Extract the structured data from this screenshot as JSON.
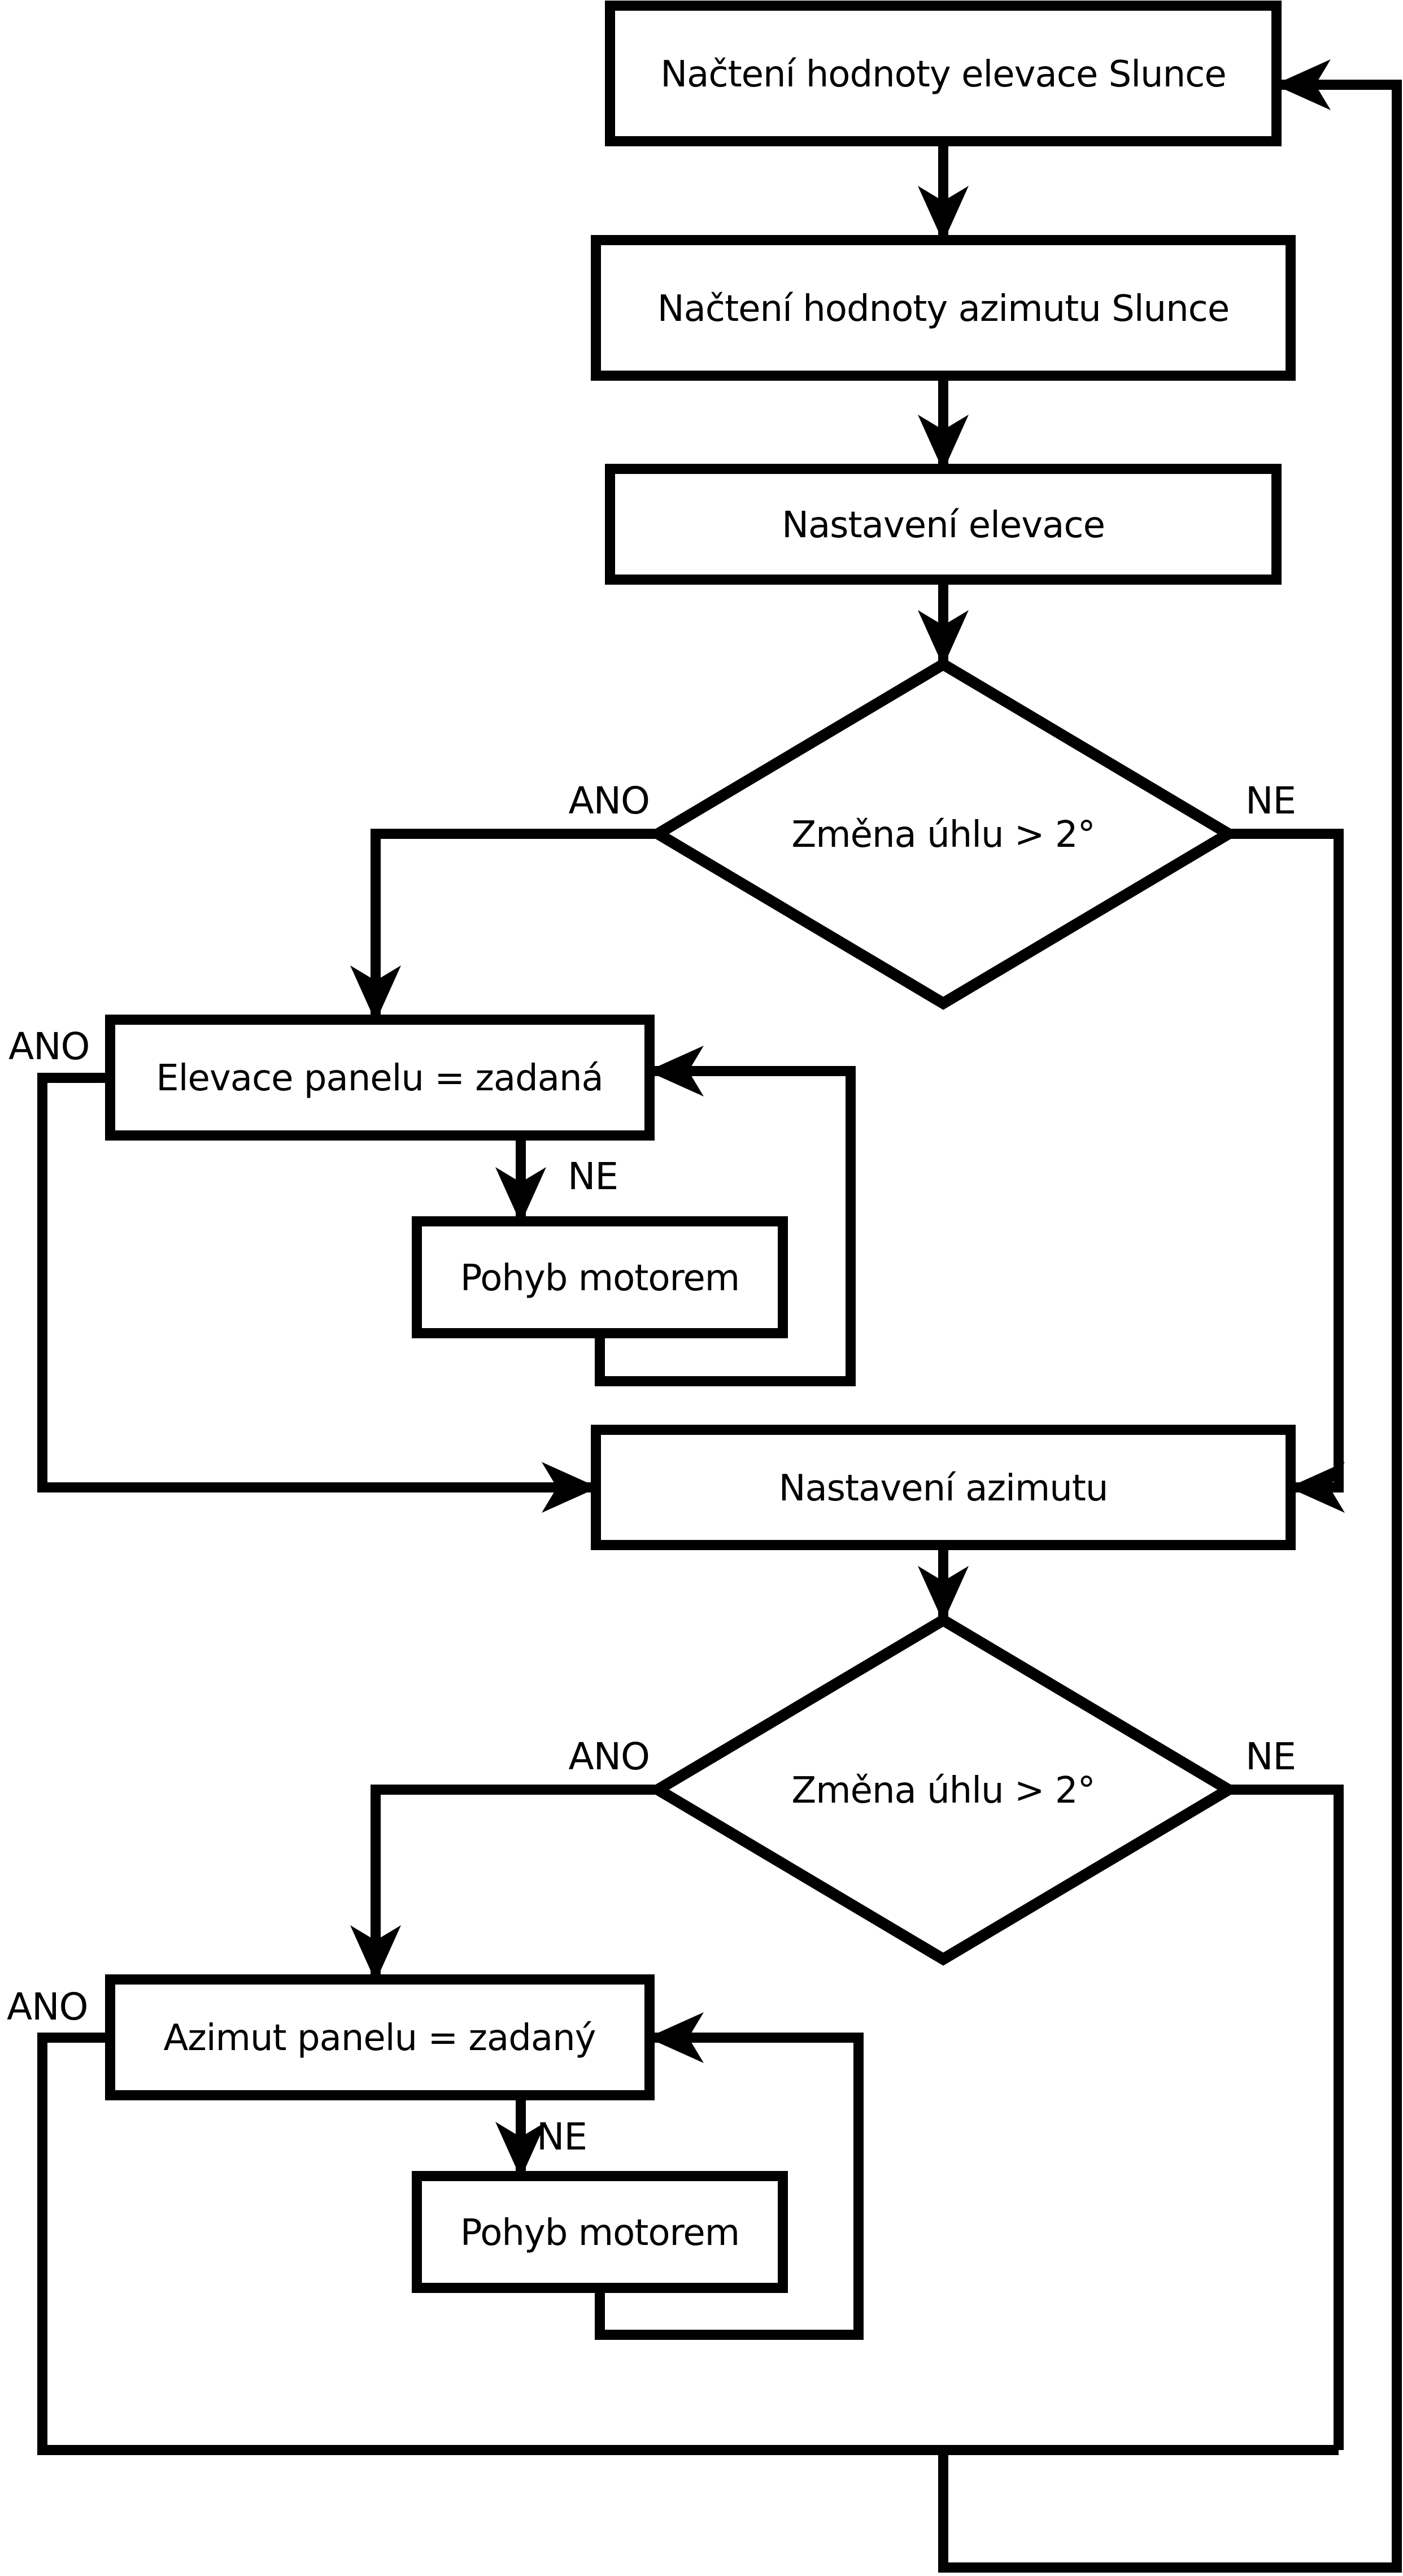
{
  "diagram": {
    "type": "flowchart",
    "language": "cs",
    "colors": {
      "background": "#ffffff",
      "line": "#000000",
      "node_fill": "#ffffff",
      "text": "#000000"
    },
    "nodes": {
      "load_elevation": {
        "label": "Načtení hodnoty elevace Slunce",
        "shape": "process"
      },
      "load_azimuth": {
        "label": "Načtení hodnoty azimutu Slunce",
        "shape": "process"
      },
      "set_elevation": {
        "label": "Nastavení elevace",
        "shape": "process"
      },
      "decision_elevation": {
        "label": "Změna úhlu > 2°",
        "shape": "decision"
      },
      "elevation_equal": {
        "label": "Elevace panelu = zadaná",
        "shape": "process"
      },
      "motor_move_elevation": {
        "label": "Pohyb motorem",
        "shape": "process"
      },
      "set_azimuth": {
        "label": "Nastavení azimutu",
        "shape": "process"
      },
      "decision_azimuth": {
        "label": "Změna úhlu > 2°",
        "shape": "decision"
      },
      "azimuth_equal": {
        "label": "Azimut panelu = zadaný",
        "shape": "process"
      },
      "motor_move_azimuth": {
        "label": "Pohyb motorem",
        "shape": "process"
      }
    },
    "edge_labels": {
      "decision_elevation_yes": "ANO",
      "decision_elevation_no": "NE",
      "elevation_equal_yes": "ANO",
      "elevation_equal_no": "NE",
      "decision_azimuth_yes": "ANO",
      "decision_azimuth_no": "NE",
      "azimuth_equal_yes": "ANO",
      "azimuth_equal_no": "NE"
    }
  }
}
